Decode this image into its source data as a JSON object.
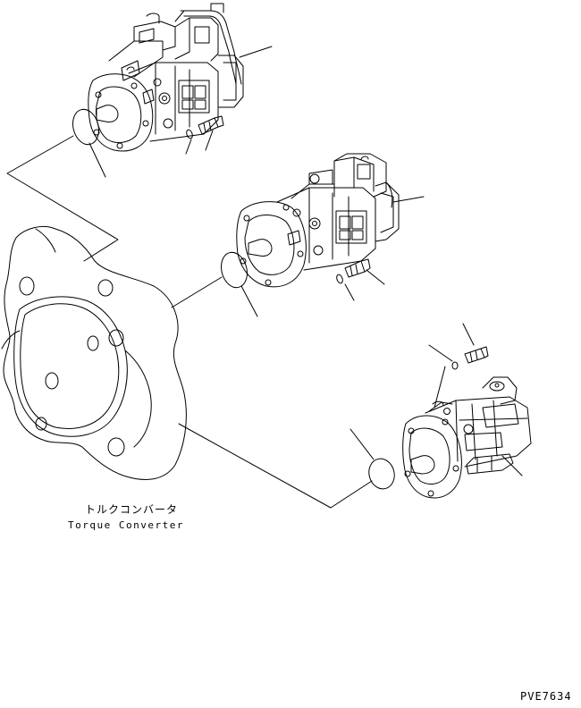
{
  "diagram": {
    "component_label_jp": "トルクコンバータ",
    "component_label_en": "Torque Converter",
    "drawing_code": "PVE7634"
  },
  "colors": {
    "line": "#000000",
    "background": "#ffffff"
  }
}
